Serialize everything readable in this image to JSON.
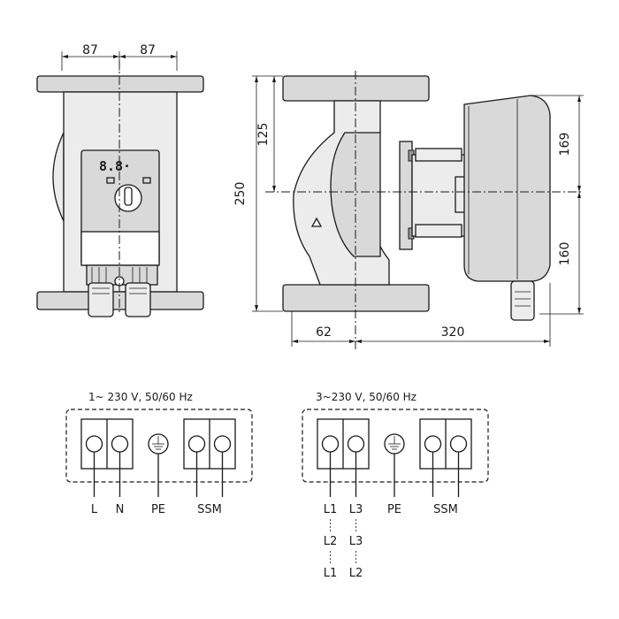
{
  "dimensions": {
    "front_left": "87",
    "front_right": "87",
    "total_height": "250",
    "upper_height": "125",
    "motor_upper": "169",
    "motor_lower": "160",
    "flange_offset": "62",
    "motor_length": "320"
  },
  "display_text": "8.8·",
  "wiring_1ph": {
    "header": "1~ 230 V, 50/60 Hz",
    "labels": [
      "L",
      "N",
      "PE",
      "SSM"
    ]
  },
  "wiring_3ph": {
    "header": "3~230 V, 50/60 Hz",
    "row1": [
      "L1",
      "L3",
      "PE",
      "SSM"
    ],
    "row2": [
      "L2",
      "L3"
    ],
    "row3": [
      "L1",
      "L2"
    ]
  }
}
